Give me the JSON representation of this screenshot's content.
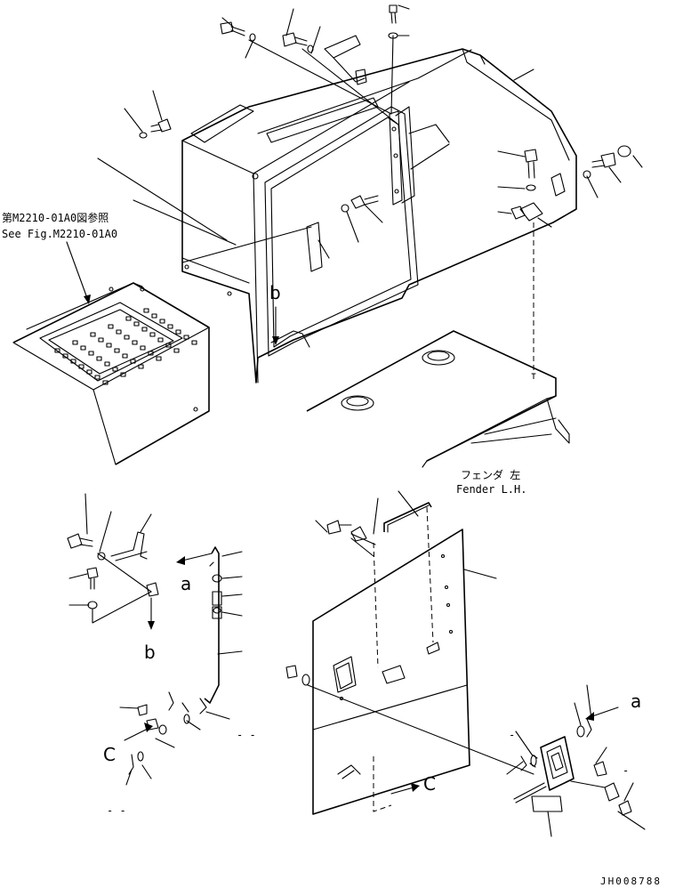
{
  "references": {
    "see_fig_jp": "第M2210-01A0図参照",
    "see_fig_en": "See Fig.M2210-01A0"
  },
  "fender": {
    "label_jp": "フェンダ 左",
    "label_en": "Fender L.H."
  },
  "callouts": {
    "a_top": "a",
    "a_right": "a",
    "b_top": "b",
    "b_left": "b",
    "c_left": "C",
    "c_right": "C"
  },
  "placeholders": {
    "dash_mid": "- -",
    "dash_bottom": "- -",
    "dash_right": "-",
    "dash_small": "-"
  },
  "drawing_code": "JH008788"
}
